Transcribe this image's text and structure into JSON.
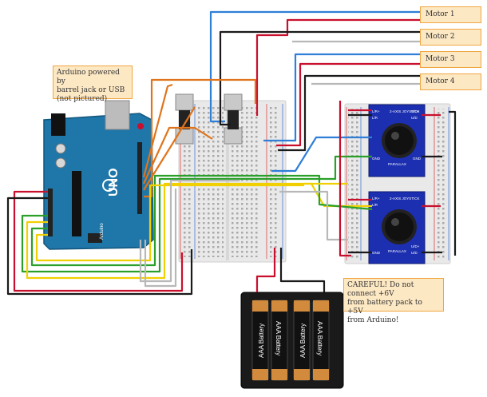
{
  "labels": {
    "arduino_note": "Arduino powered by\nbarrel jack or USB\n(not pictured)",
    "caution_note": "CAREFUL! Do not connect +6V\nfrom battery pack to +5V\nfrom Arduino!",
    "motors": [
      "Motor 1",
      "Motor 2",
      "Motor 3",
      "Motor 4"
    ]
  },
  "arduino": {
    "board_text": "UNO",
    "brand_text": "Arduino"
  },
  "battery_pack": {
    "cell_label": "AAA Battery",
    "cell_count": 4
  },
  "joysticks": [
    {
      "title": "2-AXIS\nJOYSTICK",
      "brand": "PARALLAX",
      "pins_left": [
        "L/R+",
        "L/R"
      ],
      "pins_right": [
        "U/D+",
        "U/D"
      ],
      "gnd": "GND"
    },
    {
      "title": "2-AXIS\nJOYSTICK",
      "brand": "PARALLAX",
      "pins_left": [
        "L/R+",
        "L/R"
      ],
      "pins_right": [
        "U/D+",
        "U/D"
      ],
      "gnd": "GND"
    }
  ],
  "colors": {
    "wire_red": "#c8102e",
    "wire_black": "#1a1a1a",
    "wire_blue": "#2f7ed8",
    "wire_orange": "#e0741c",
    "wire_green": "#2aa02a",
    "wire_yellow": "#f0d000",
    "wire_white": "#b8b8b8",
    "arduino_board": "#1f76a8",
    "joystick_board": "#1c2fb0",
    "note_fill": "#fde8c4",
    "note_border": "#f0a640"
  }
}
